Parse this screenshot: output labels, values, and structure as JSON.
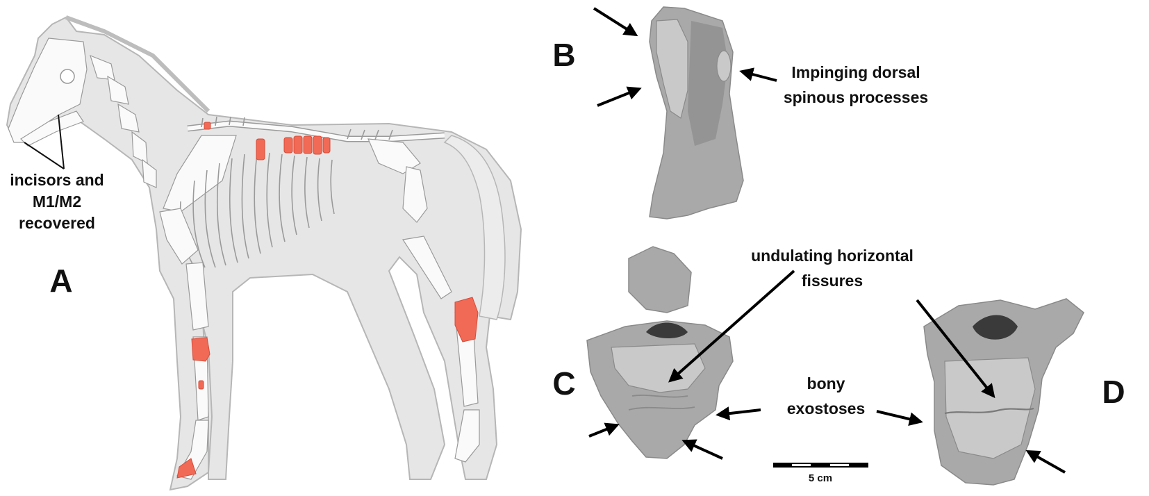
{
  "panels": {
    "a": "A",
    "b": "B",
    "c": "C",
    "d": "D"
  },
  "annotations": {
    "teeth": [
      "incisors and",
      "M1/M2",
      "recovered"
    ],
    "spinous": [
      "Impinging dorsal",
      "spinous processes"
    ],
    "fissures": [
      "undulating horizontal",
      "fissures"
    ],
    "exostoses": [
      "bony",
      "exostoses"
    ]
  },
  "scale_bar": {
    "label": "5 cm"
  },
  "colors": {
    "lesion": "#f06a56",
    "horse_silhouette": "#e6e6e6",
    "bone_render": "#a9a9a9"
  }
}
